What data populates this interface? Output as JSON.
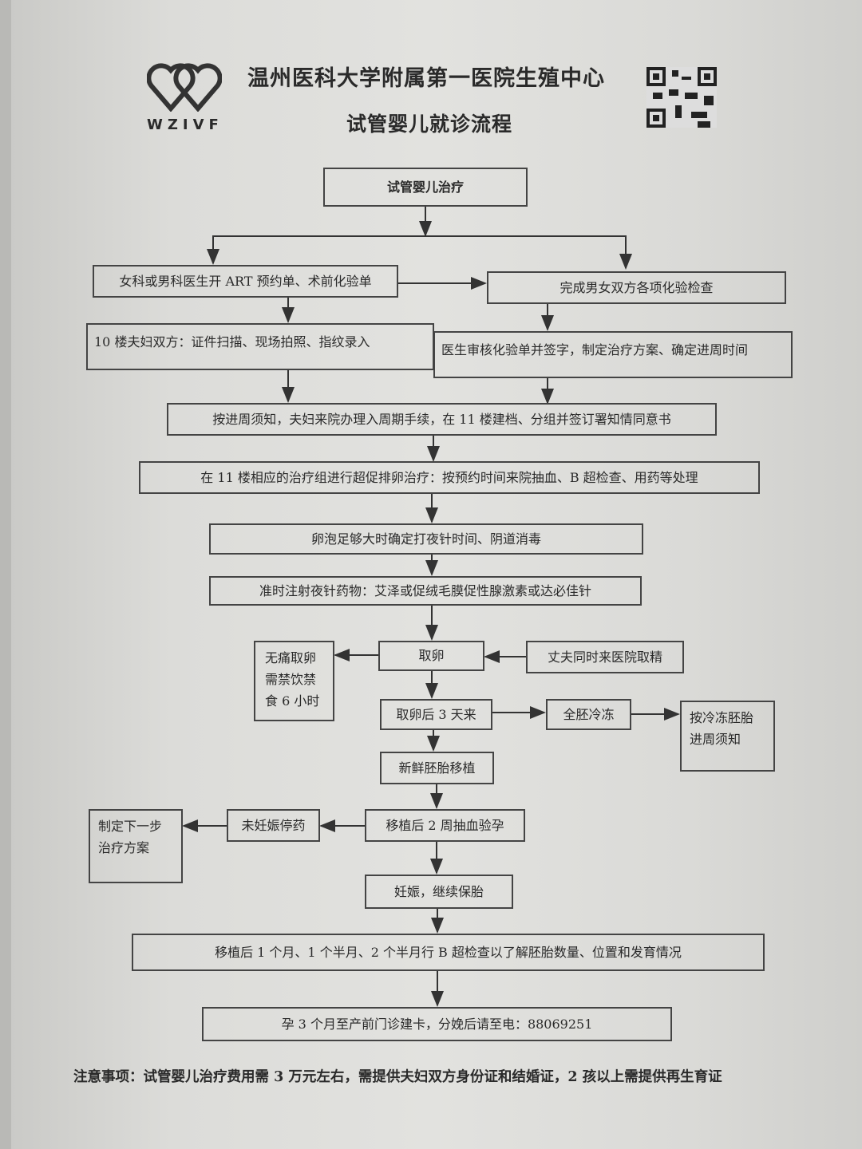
{
  "header": {
    "logo_text": "WZIVF",
    "title": "温州医科大学附属第一医院生殖中心",
    "subtitle": "试管婴儿就诊流程"
  },
  "flow": {
    "start": "试管婴儿治疗",
    "step_a": "女科或男科医生开 ART 预约单、术前化验单",
    "step_b": "完成男女双方各项化验检查",
    "step_c": "10 楼夫妇双方：证件扫描、现场拍照、指纹录入",
    "step_d": "医生审核化验单并签字，制定治疗方案、确定进周时间",
    "step_e": "按进周须知，夫妇来院办理入周期手续，在 11 楼建档、分组并签订署知情同意书",
    "step_f": "在 11 楼相应的治疗组进行超促排卵治疗：按预约时间来院抽血、B 超检查、用药等处理",
    "step_g": "卵泡足够大时确定打夜针时间、阴道消毒",
    "step_h": "准时注射夜针药物：艾泽或促绒毛膜促性腺激素或达必佳针",
    "egg_retrieval": "取卵",
    "husband_sperm": "丈夫同时来医院取精",
    "painless_note": "无痛取卵需禁饮禁食 6 小时",
    "day3": "取卵后 3 天来",
    "freeze_all": "全胚冷冻",
    "frozen_notice": "按冷冻胚胎进周须知",
    "fresh_transfer": "新鲜胚胎移植",
    "blood_test": "移植后 2 周抽血验孕",
    "not_pregnant": "未妊娠停药",
    "next_plan": "制定下一步治疗方案",
    "pregnant": "妊娠，继续保胎",
    "ultrasound": "移植后 1 个月、1 个半月、2 个半月行 B 超检查以了解胚胎数量、位置和发育情况",
    "prenatal": "孕 3 个月至产前门诊建卡，分娩后请至电：88069251"
  },
  "note": "注意事项：试管婴儿治疗费用需 3 万元左右，需提供夫妇双方身份证和结婚证，2 孩以上需提供再生育证"
}
